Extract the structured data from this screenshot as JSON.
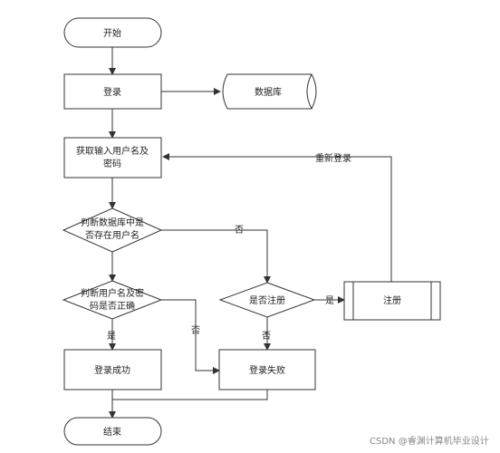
{
  "nodes": {
    "start": "开始",
    "login": "登录",
    "database": "数据库",
    "input_line1": "获取输入用户名及",
    "input_line2": "密码",
    "check_user_line1": "判断数据库中是",
    "check_user_line2": "否存在用户名",
    "check_pass_line1": "判断用户名及密",
    "check_pass_line2": "码是否正确",
    "is_registered": "是否注册",
    "register": "注册",
    "success": "登录成功",
    "failure": "登录失败",
    "end": "结束"
  },
  "edges": {
    "relogin": "重新登录",
    "no_user": "否",
    "no_pass": "否",
    "yes_register": "是",
    "no_register": "否",
    "yes_pass": "是"
  },
  "watermark": "CSDN @睿渊计算机毕业设计"
}
